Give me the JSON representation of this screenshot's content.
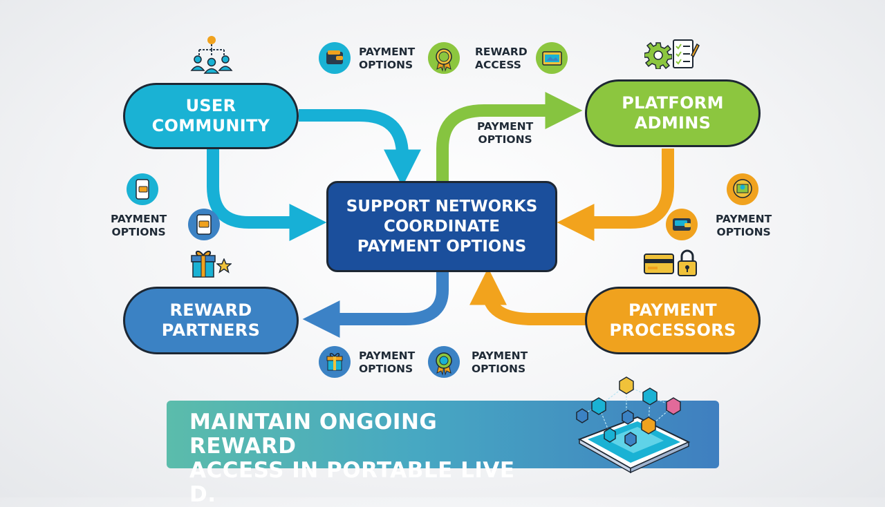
{
  "nodes": {
    "user_community": "USER\nCOMMUNITY",
    "platform_admins": "PLATFORM\nADMINS",
    "reward_partners": "REWARD\nPARTNERS",
    "payment_processors": "PAYMENT\nPROCESSORS",
    "center": "SUPPORT NETWORKS\nCOORDINATE\nPAYMENT OPTIONS"
  },
  "labels": {
    "top_payment": "PAYMENT\nOPTIONS",
    "top_reward": "REWARD\nACCESS",
    "green_arrow": "PAYMENT\nOPTIONS",
    "left": "PAYMENT\nOPTIONS",
    "right": "PAYMENT\nOPTIONS",
    "bottom_1": "PAYMENT\nOPTIONS",
    "bottom_2": "PAYMENT\nOPTIONS"
  },
  "banner": {
    "text": "MAINTAIN ONGOING REWARD\nACCESS IN PORTABLE LIVE D."
  },
  "colors": {
    "user_community": "#1ab2d4",
    "platform_admins": "#8cc63f",
    "reward_partners": "#3b82c4",
    "payment_processors": "#f0a21e",
    "center": "#1b4f9c",
    "arrow_cyan": "#17b0d6",
    "arrow_green": "#86c440",
    "arrow_orange": "#f2a31d",
    "arrow_blue": "#3c82c6"
  },
  "icons": [
    "org-chart-icon",
    "wallet-icon",
    "award-badge-icon",
    "money-card-icon",
    "gear-icon",
    "checklist-icon",
    "phone-payment-icon",
    "mobile-wallet-icon",
    "gift-icon",
    "star-icon",
    "award-badge-icon",
    "wallet-icon",
    "credit-card-icon",
    "padlock-icon",
    "gift-icon",
    "award-badge-icon",
    "tablet-network-icon"
  ]
}
